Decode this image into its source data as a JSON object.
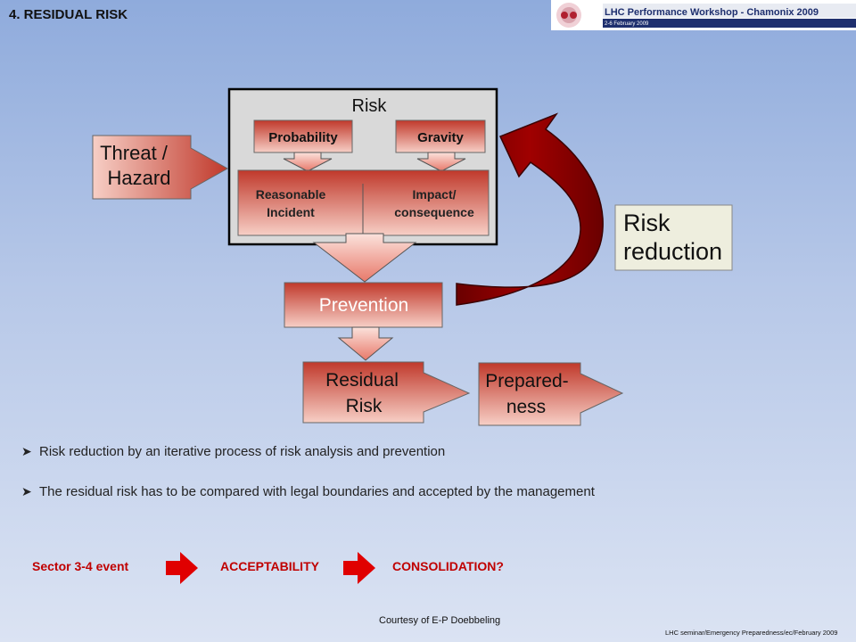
{
  "header": {
    "title": "4. RESIDUAL RISK",
    "logo_title": "LHC Performance Workshop - Chamonix 2009",
    "logo_subtitle": "2-6 February 2009"
  },
  "diagram": {
    "risk_label": "Risk",
    "probability": "Probability",
    "gravity": "Gravity",
    "reasonable_incident": [
      "Reasonable",
      "Incident"
    ],
    "impact": [
      "Impact/",
      "consequence"
    ],
    "threat": [
      "Threat /",
      "Hazard"
    ],
    "prevention": "Prevention",
    "residual_risk": [
      "Residual",
      "Risk"
    ],
    "preparedness": [
      "Prepared-",
      "ness"
    ],
    "risk_reduction": [
      "Risk",
      "reduction"
    ]
  },
  "bullets": [
    "Risk reduction by an iterative process of risk analysis and prevention",
    "The residual risk has to be compared with legal boundaries and accepted by the management"
  ],
  "flow": {
    "step1": "Sector 3-4 event",
    "step2": "ACCEPTABILITY",
    "step3": "CONSOLIDATION?"
  },
  "footer": {
    "courtesy": "Courtesy of E-P Doebbeling",
    "reference": "LHC seminar/Emergency Preparedness/ec/February   2009"
  },
  "colors": {
    "box_red_top": "#c0392b",
    "box_red_bottom": "#f7cfc6",
    "dark_arrow": "#8b0000",
    "flow_text": "#c00000"
  }
}
